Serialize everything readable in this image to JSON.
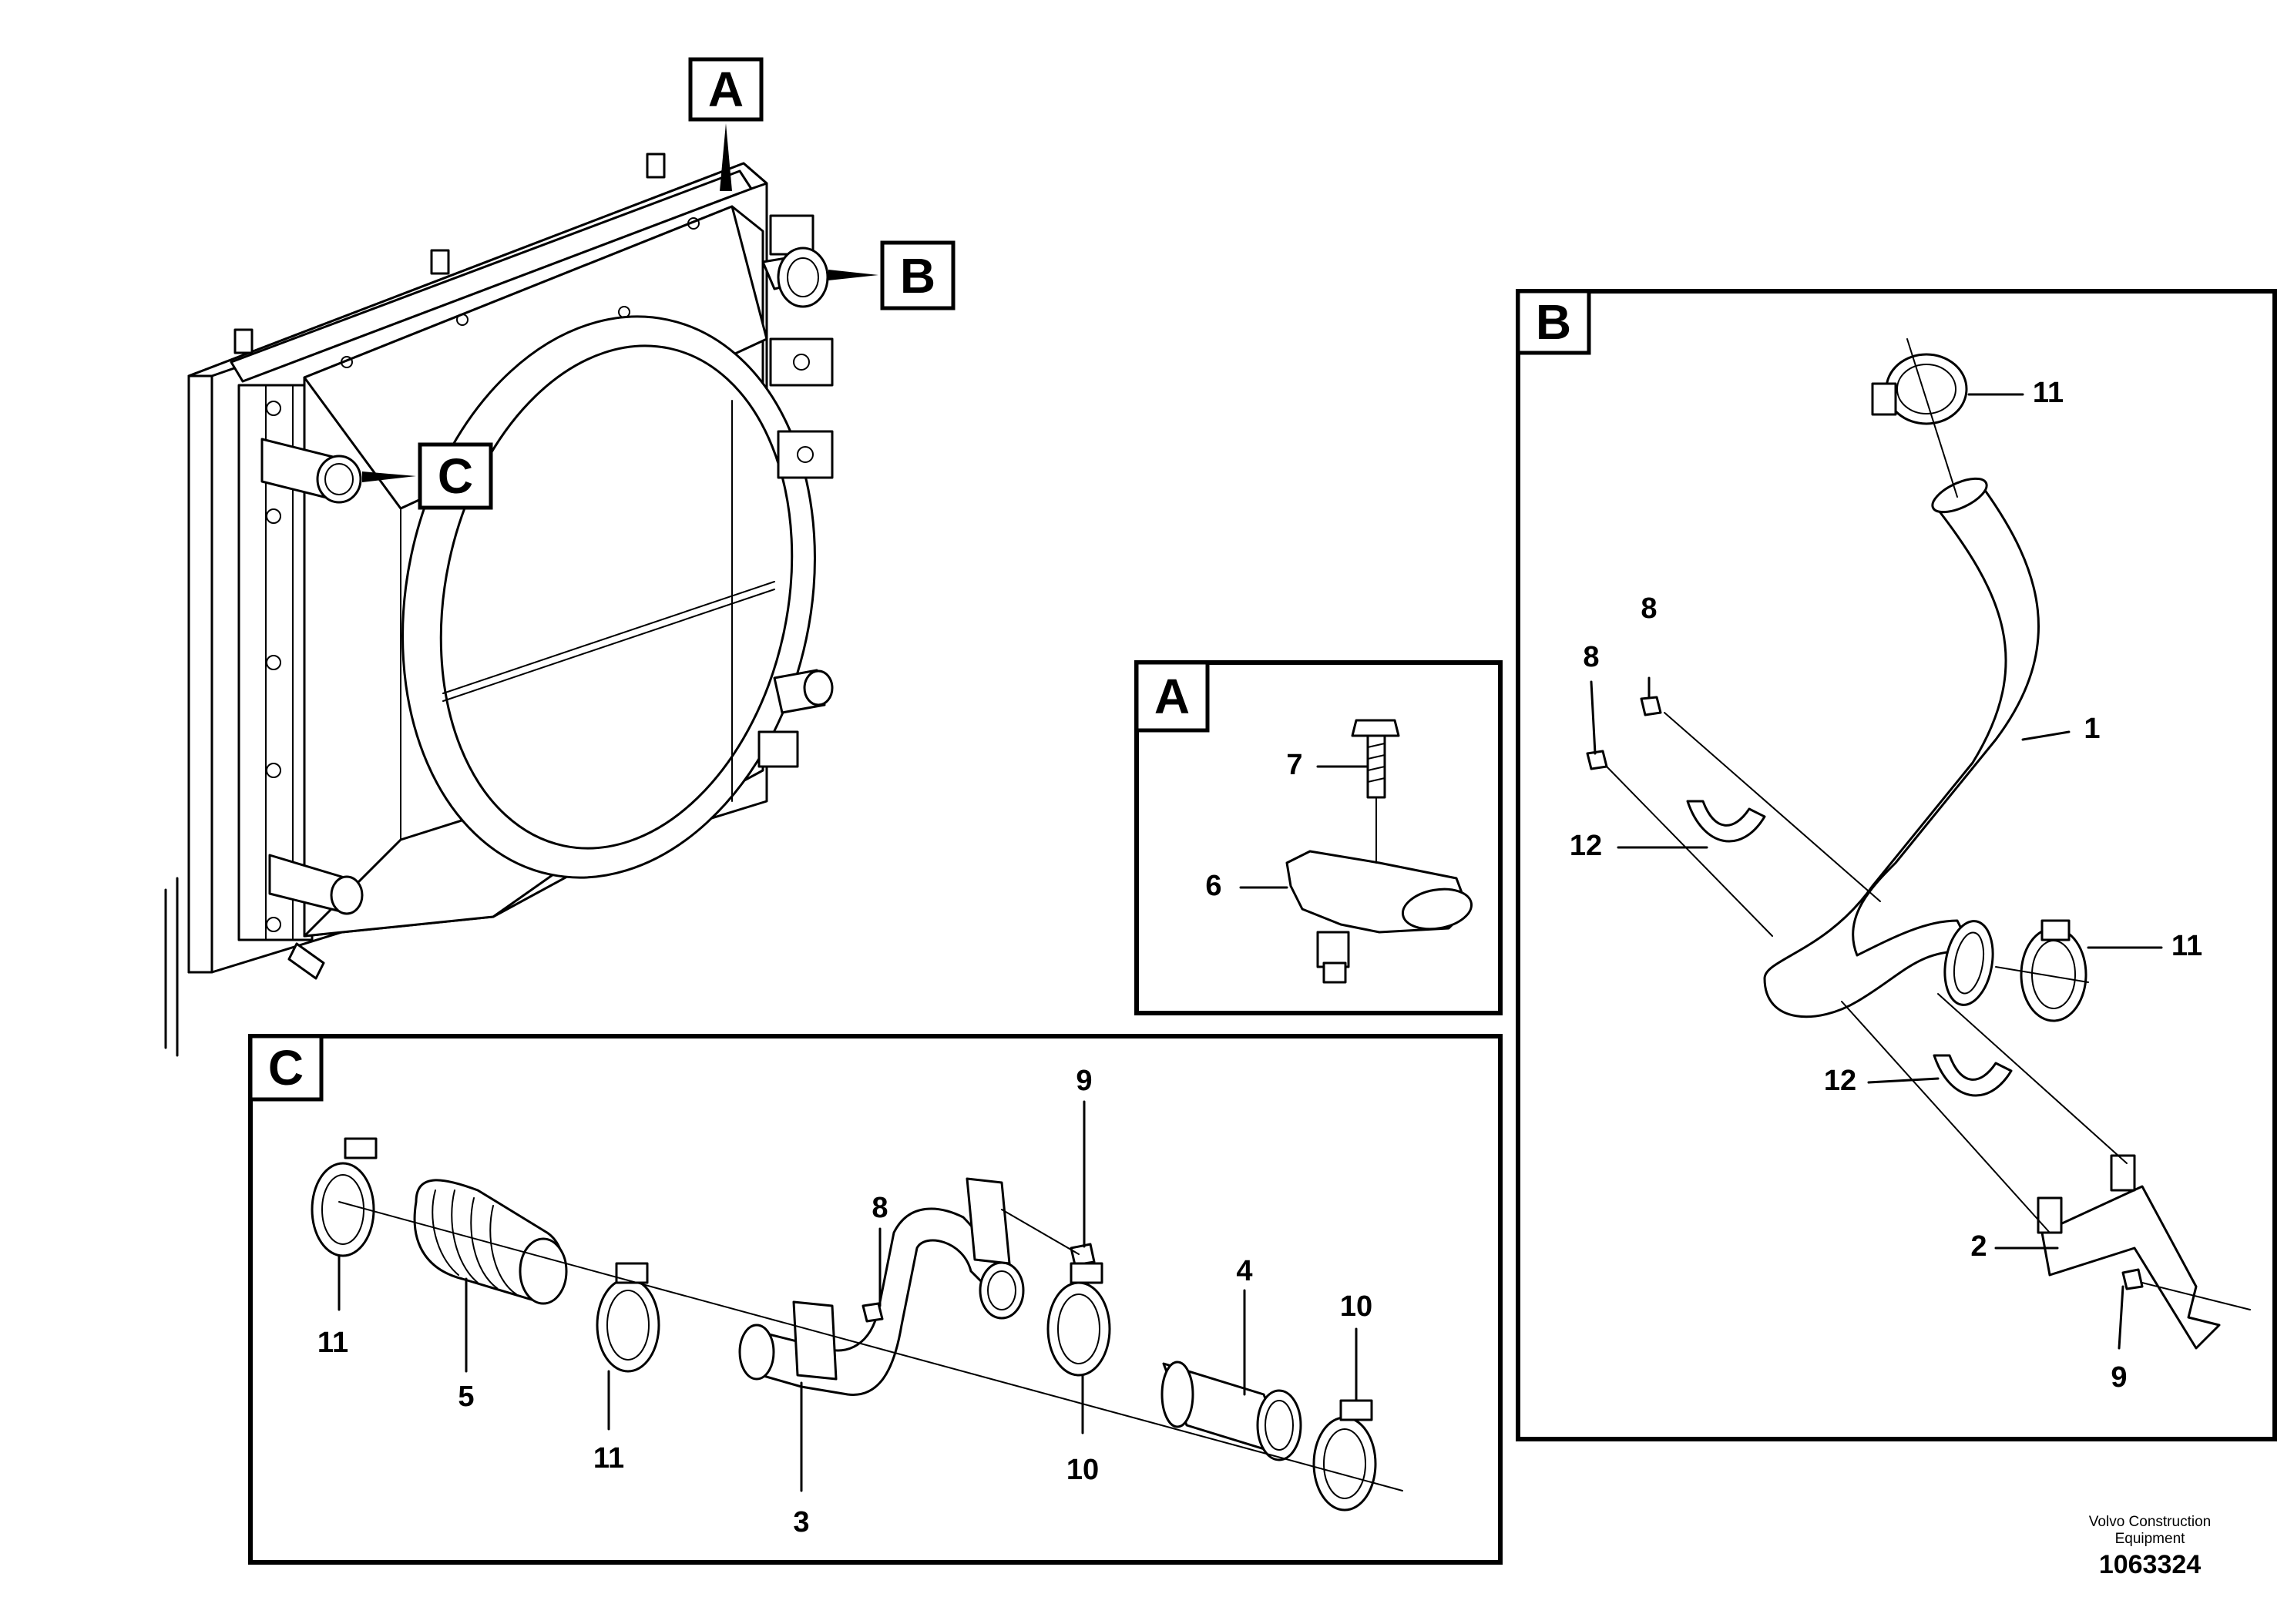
{
  "view_labels": {
    "a": "A",
    "b": "B",
    "c": "C"
  },
  "callouts": {
    "b_11_top": "11",
    "b_1": "1",
    "b_8_left": "8",
    "b_8_right": "8",
    "b_12_upper": "12",
    "b_11_right": "11",
    "b_12_lower": "12",
    "b_2": "2",
    "b_9": "9",
    "a_7": "7",
    "a_6": "6",
    "c_9": "9",
    "c_8": "8",
    "c_4": "4",
    "c_10_right": "10",
    "c_11_left": "11",
    "c_5": "5",
    "c_11_mid": "11",
    "c_3": "3",
    "c_10_mid": "10"
  },
  "footer": {
    "company_line1": "Volvo Construction",
    "company_line2": "Equipment",
    "drawing_number": "1063324"
  }
}
